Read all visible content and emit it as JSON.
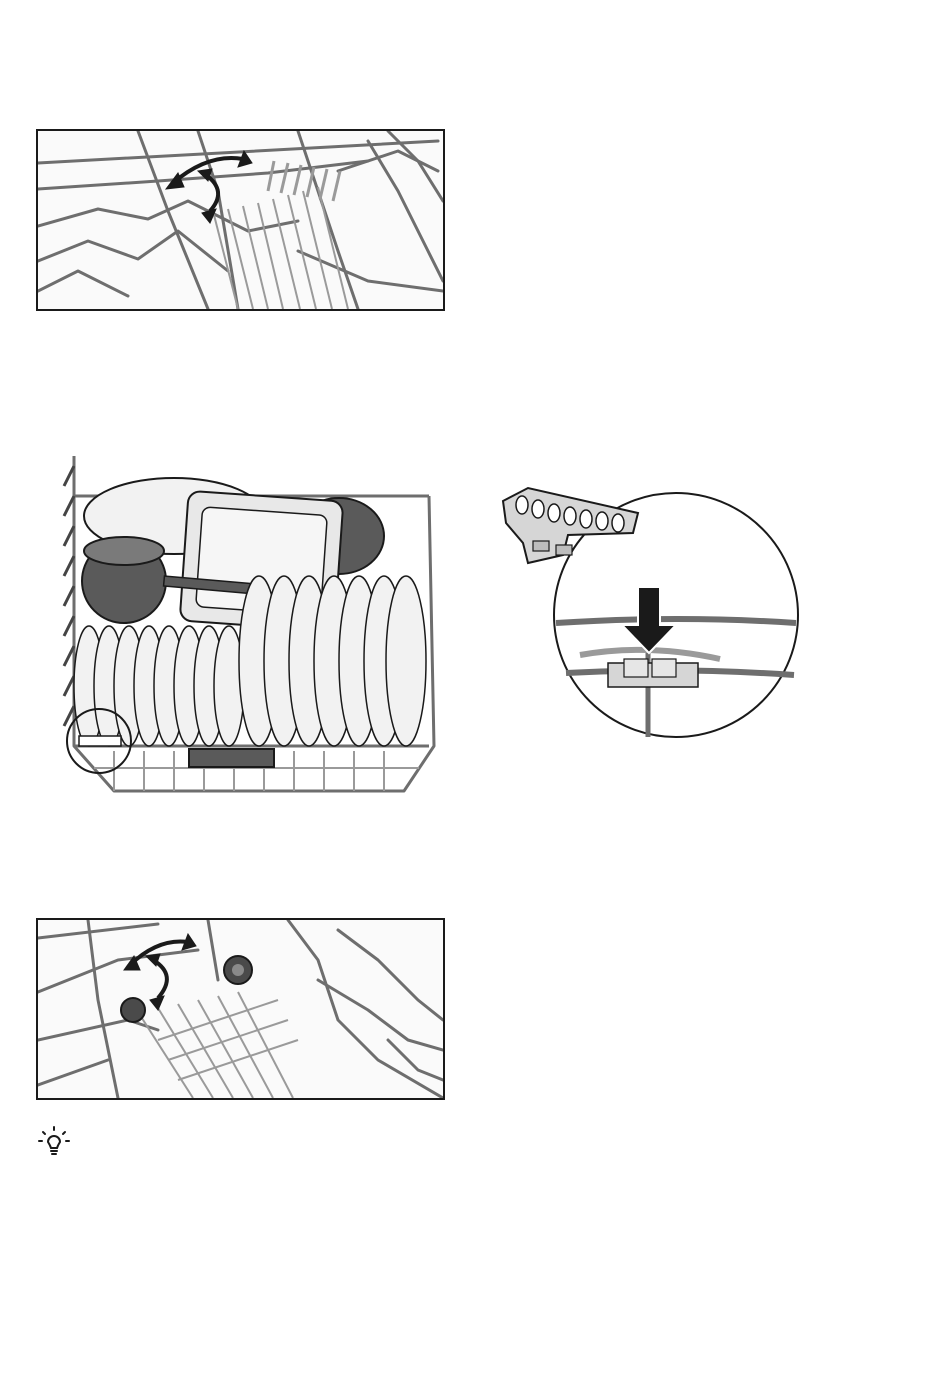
{
  "page": {
    "background": "#ffffff",
    "ink": "#1a1a1a",
    "wire": "#6e6e6e",
    "wire_light": "#9a9a9a",
    "plate": "#f2f2f2",
    "pot": "#5a5a5a"
  },
  "figures": [
    {
      "name": "upper-rack-tines-illustration",
      "icon": "rotate-tines-arrows-icon"
    },
    {
      "name": "loaded-basket-illustration",
      "icon": "dish-basket-icon"
    },
    {
      "name": "clip-detail-illustration",
      "icon": "down-arrow-icon"
    },
    {
      "name": "lower-rack-tines-illustration",
      "icon": "rotate-tines-arrows-icon"
    }
  ],
  "tip": {
    "icon": "lightbulb-icon"
  }
}
